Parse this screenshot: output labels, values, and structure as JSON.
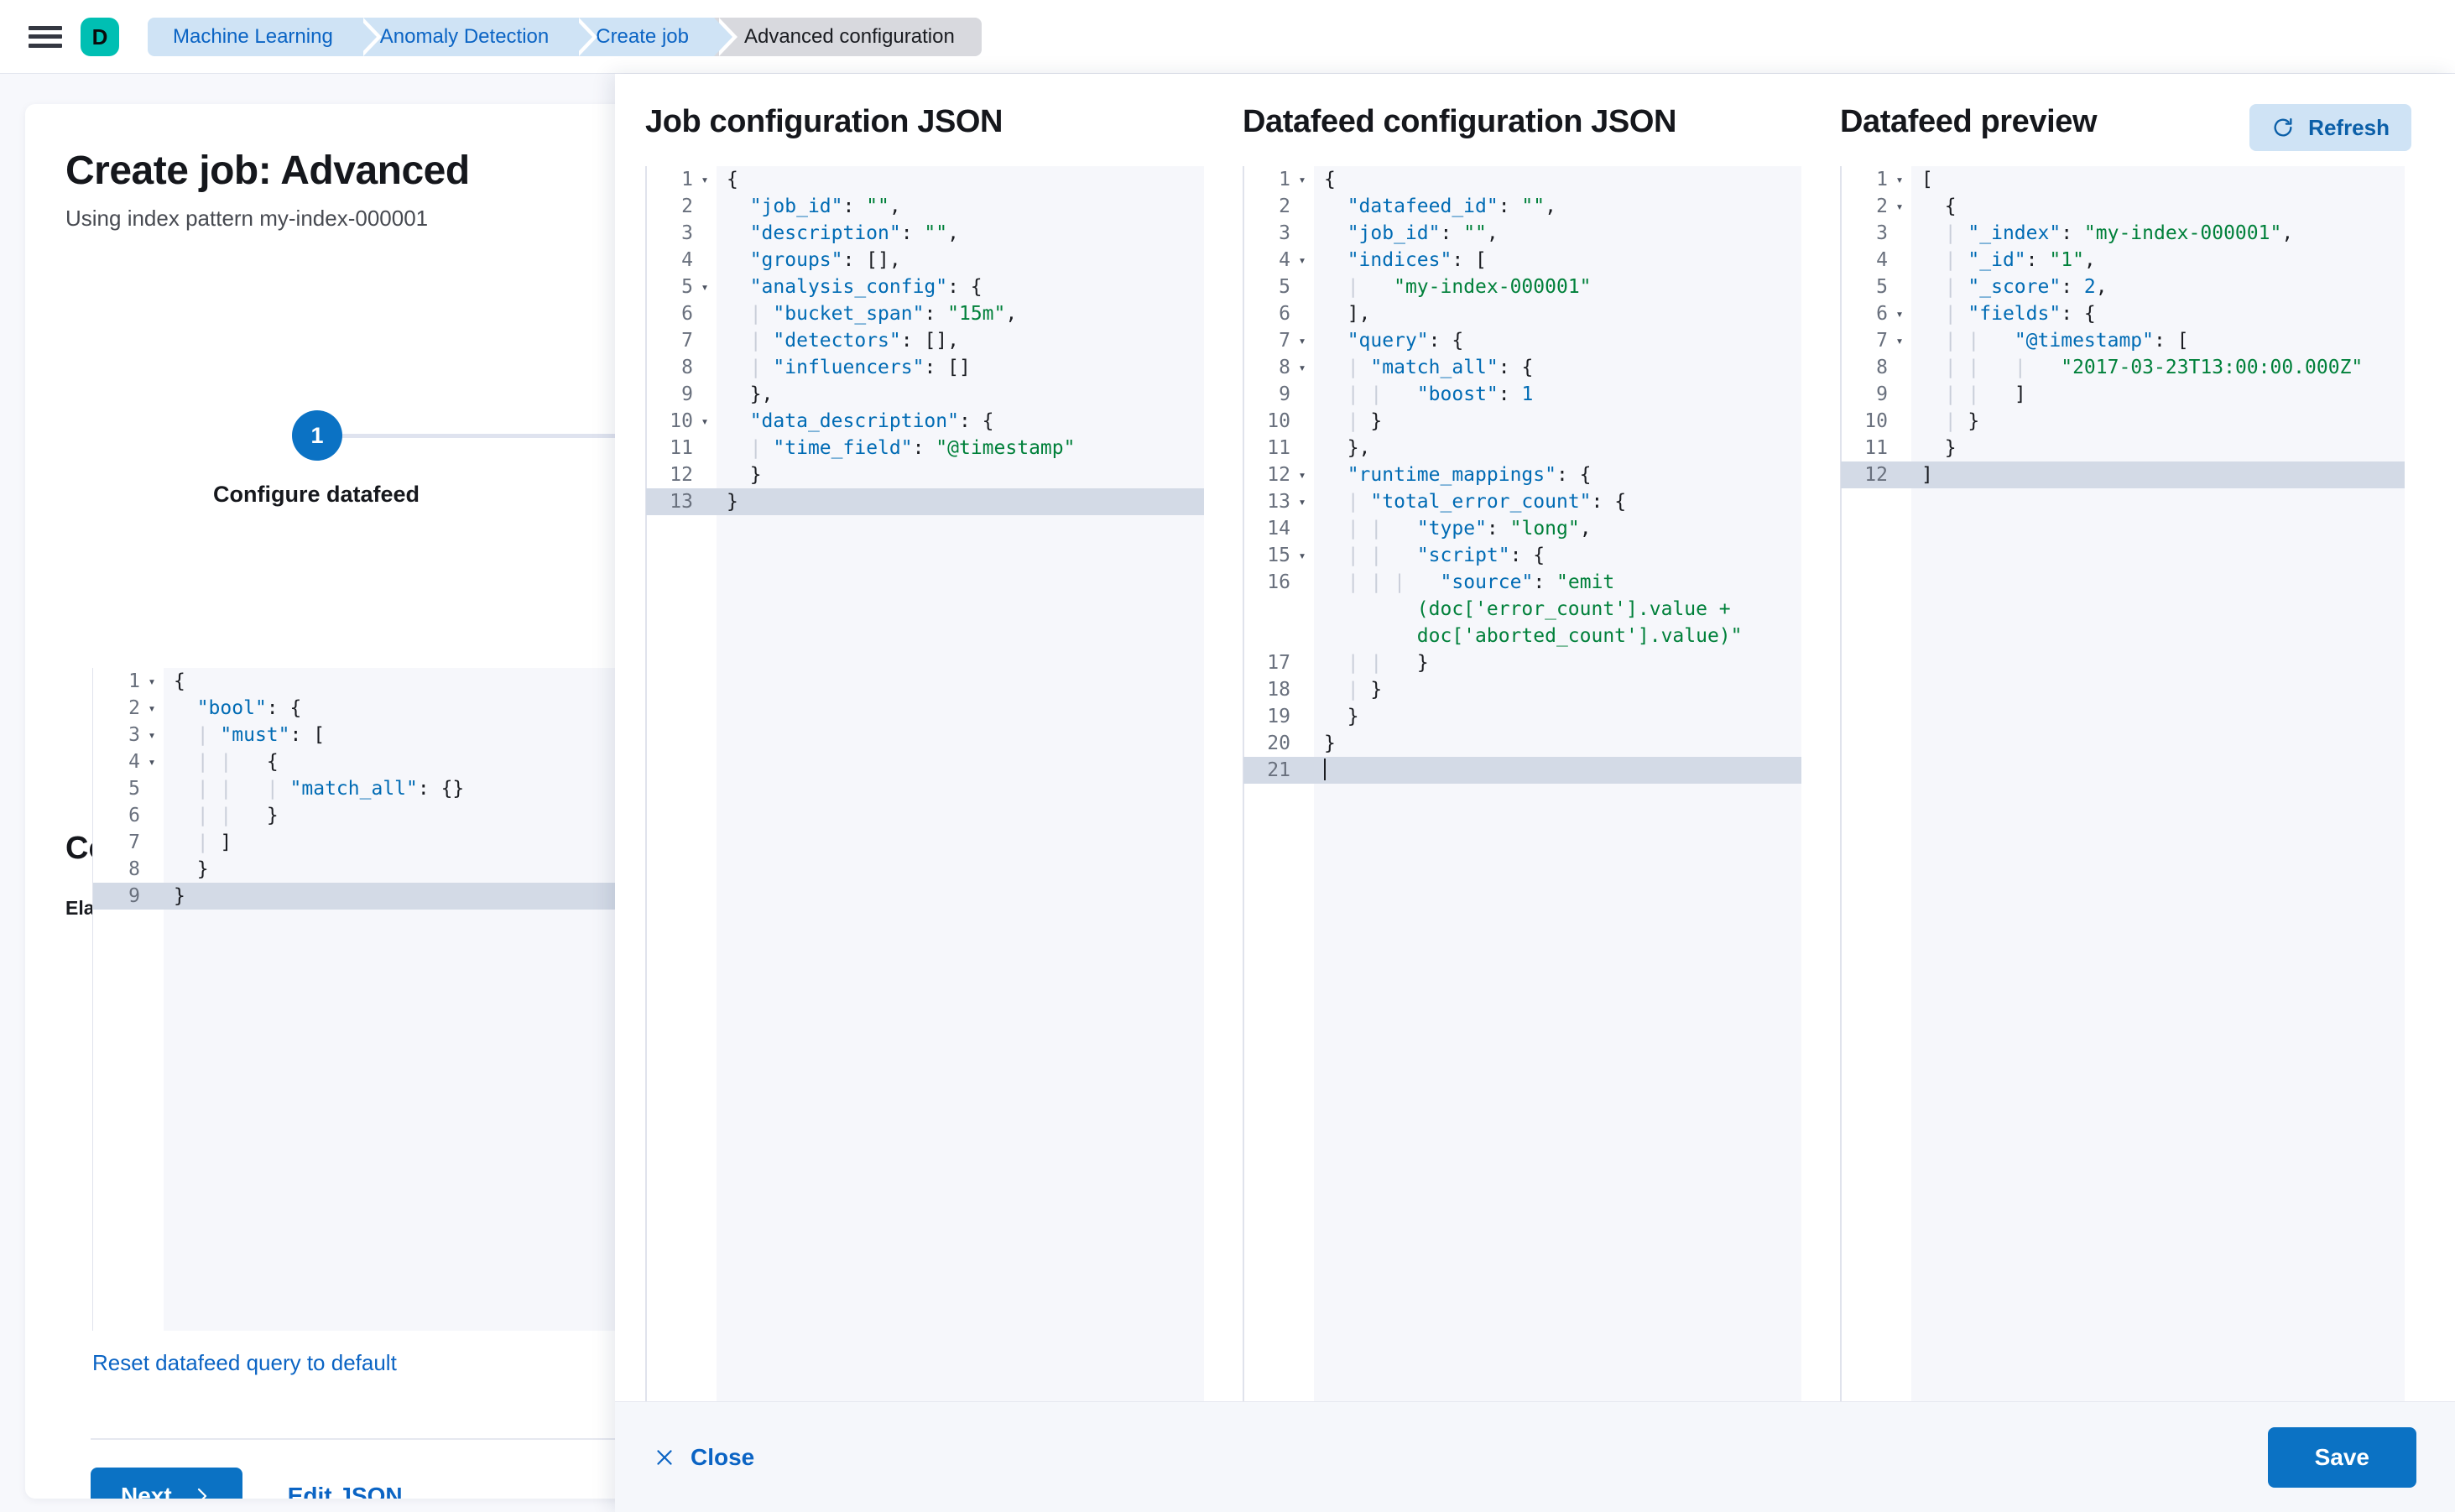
{
  "topbar": {
    "menu_icon": "hamburger-icon",
    "logo_letter": "D",
    "breadcrumbs": [
      {
        "label": "Machine Learning",
        "active": false
      },
      {
        "label": "Anomaly Detection",
        "active": false
      },
      {
        "label": "Create job",
        "active": false
      },
      {
        "label": "Advanced configuration",
        "active": true
      }
    ]
  },
  "page": {
    "title": "Create job: Advanced",
    "subtitle": "Using index pattern my-index-000001",
    "step_number": "1",
    "step_label": "Configure datafeed",
    "section_title": "Configure datafeed",
    "query_field_label": "Elasticsearch query",
    "reset_link": "Reset datafeed query to default",
    "next_label": "Next",
    "next_icon": "chevron-right-icon",
    "edit_json_label": "Edit JSON"
  },
  "es_query_editor": {
    "lines": [
      {
        "n": "1",
        "fold": true,
        "code": "{"
      },
      {
        "n": "2",
        "fold": true,
        "code": "  \"bool\": {"
      },
      {
        "n": "3",
        "fold": true,
        "code": "  | \"must\": ["
      },
      {
        "n": "4",
        "fold": true,
        "code": "  | |   {"
      },
      {
        "n": "5",
        "fold": false,
        "code": "  | |   | \"match_all\": {}"
      },
      {
        "n": "6",
        "fold": false,
        "code": "  | |   }"
      },
      {
        "n": "7",
        "fold": false,
        "code": "  | ]"
      },
      {
        "n": "8",
        "fold": false,
        "code": "  }"
      },
      {
        "n": "9",
        "fold": false,
        "code": "}",
        "highlight": true
      }
    ]
  },
  "flyout": {
    "columns": [
      {
        "title": "Job configuration JSON"
      },
      {
        "title": "Datafeed configuration JSON"
      },
      {
        "title": "Datafeed preview"
      }
    ],
    "refresh_label": "Refresh",
    "refresh_icon": "refresh-icon",
    "close_label": "Close",
    "close_icon": "close-icon",
    "save_label": "Save"
  },
  "job_config_editor": {
    "lines": [
      {
        "n": "1",
        "fold": true,
        "code": "{"
      },
      {
        "n": "2",
        "fold": false,
        "code": "  \"job_id\": \"\","
      },
      {
        "n": "3",
        "fold": false,
        "code": "  \"description\": \"\","
      },
      {
        "n": "4",
        "fold": false,
        "code": "  \"groups\": [],"
      },
      {
        "n": "5",
        "fold": true,
        "code": "  \"analysis_config\": {"
      },
      {
        "n": "6",
        "fold": false,
        "code": "  | \"bucket_span\": \"15m\","
      },
      {
        "n": "7",
        "fold": false,
        "code": "  | \"detectors\": [],"
      },
      {
        "n": "8",
        "fold": false,
        "code": "  | \"influencers\": []"
      },
      {
        "n": "9",
        "fold": false,
        "code": "  },"
      },
      {
        "n": "10",
        "fold": true,
        "code": "  \"data_description\": {"
      },
      {
        "n": "11",
        "fold": false,
        "code": "  | \"time_field\": \"@timestamp\""
      },
      {
        "n": "12",
        "fold": false,
        "code": "  }"
      },
      {
        "n": "13",
        "fold": false,
        "code": "}",
        "highlight": true
      }
    ]
  },
  "datafeed_config_editor": {
    "lines": [
      {
        "n": "1",
        "fold": true,
        "code": "{"
      },
      {
        "n": "2",
        "fold": false,
        "code": "  \"datafeed_id\": \"\","
      },
      {
        "n": "3",
        "fold": false,
        "code": "  \"job_id\": \"\","
      },
      {
        "n": "4",
        "fold": true,
        "code": "  \"indices\": ["
      },
      {
        "n": "5",
        "fold": false,
        "code": "  |   \"my-index-000001\""
      },
      {
        "n": "6",
        "fold": false,
        "code": "  ],"
      },
      {
        "n": "7",
        "fold": true,
        "code": "  \"query\": {"
      },
      {
        "n": "8",
        "fold": true,
        "code": "  | \"match_all\": {"
      },
      {
        "n": "9",
        "fold": false,
        "code": "  | |   \"boost\": 1"
      },
      {
        "n": "10",
        "fold": false,
        "code": "  | }"
      },
      {
        "n": "11",
        "fold": false,
        "code": "  },"
      },
      {
        "n": "12",
        "fold": true,
        "code": "  \"runtime_mappings\": {"
      },
      {
        "n": "13",
        "fold": true,
        "code": "  | \"total_error_count\": {"
      },
      {
        "n": "14",
        "fold": false,
        "code": "  | |   \"type\": \"long\","
      },
      {
        "n": "15",
        "fold": true,
        "code": "  | |   \"script\": {"
      },
      {
        "n": "16",
        "fold": false,
        "code": "  | | |   \"source\": \"emit\n        (doc['error_count'].value +\n        doc['aborted_count'].value)\""
      },
      {
        "n": "17",
        "fold": false,
        "code": "  | |   }"
      },
      {
        "n": "18",
        "fold": false,
        "code": "  | }"
      },
      {
        "n": "19",
        "fold": false,
        "code": "  }"
      },
      {
        "n": "20",
        "fold": false,
        "code": "}"
      },
      {
        "n": "21",
        "fold": false,
        "code": "",
        "highlight": true,
        "caret": true
      }
    ]
  },
  "datafeed_preview_editor": {
    "lines": [
      {
        "n": "1",
        "fold": true,
        "code": "["
      },
      {
        "n": "2",
        "fold": true,
        "code": "  {"
      },
      {
        "n": "3",
        "fold": false,
        "code": "  | \"_index\": \"my-index-000001\","
      },
      {
        "n": "4",
        "fold": false,
        "code": "  | \"_id\": \"1\","
      },
      {
        "n": "5",
        "fold": false,
        "code": "  | \"_score\": 2,"
      },
      {
        "n": "6",
        "fold": true,
        "code": "  | \"fields\": {"
      },
      {
        "n": "7",
        "fold": true,
        "code": "  | |   \"@timestamp\": ["
      },
      {
        "n": "8",
        "fold": false,
        "code": "  | |   |   \"2017-03-23T13:00:00.000Z\""
      },
      {
        "n": "9",
        "fold": false,
        "code": "  | |   ]"
      },
      {
        "n": "10",
        "fold": false,
        "code": "  | }"
      },
      {
        "n": "11",
        "fold": false,
        "code": "  }"
      },
      {
        "n": "12",
        "fold": false,
        "code": "]",
        "highlight": true
      }
    ]
  },
  "colors": {
    "accent_blue": "#0b72c4",
    "link_blue": "#0b64c4",
    "brand_teal": "#00bfb3",
    "editor_bg": "#f6f7fb",
    "highlight_line": "#d3dae6",
    "json_key": "#006bb4",
    "json_string": "#00803a"
  }
}
